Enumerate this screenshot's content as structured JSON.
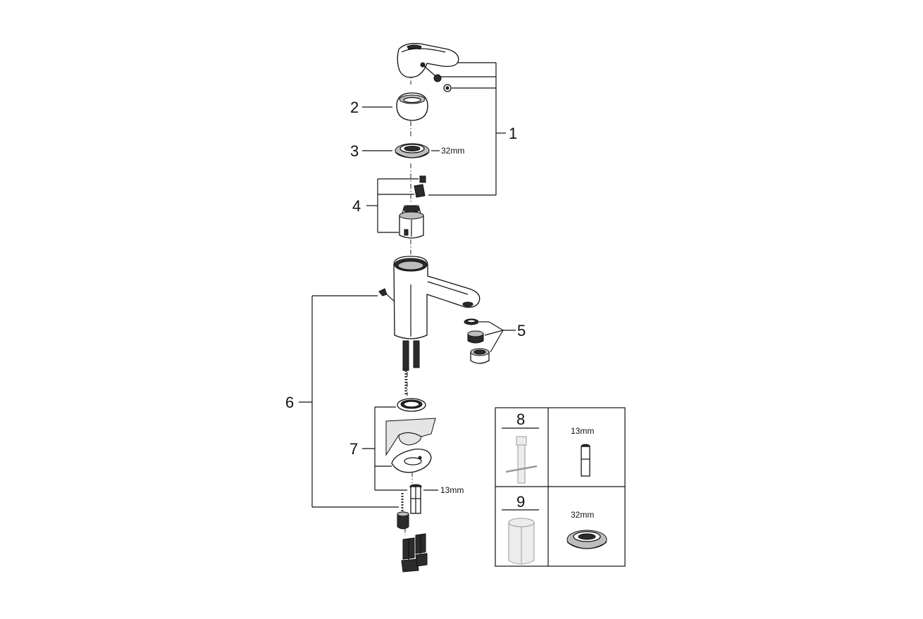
{
  "callouts": {
    "p1": "1",
    "p2": "2",
    "p3": "3",
    "p4": "4",
    "p5": "5",
    "p6": "6",
    "p7": "7",
    "p8": "8",
    "p9": "9"
  },
  "dimensions": {
    "nut_32": "32mm",
    "nut_13": "13mm",
    "tool_13": "13mm",
    "tool_32": "32mm"
  },
  "colors": {
    "line": "#111111",
    "fill_dark": "#2b2b2b",
    "fill_grey": "#bdbdbd",
    "fill_pale": "#ececec"
  }
}
